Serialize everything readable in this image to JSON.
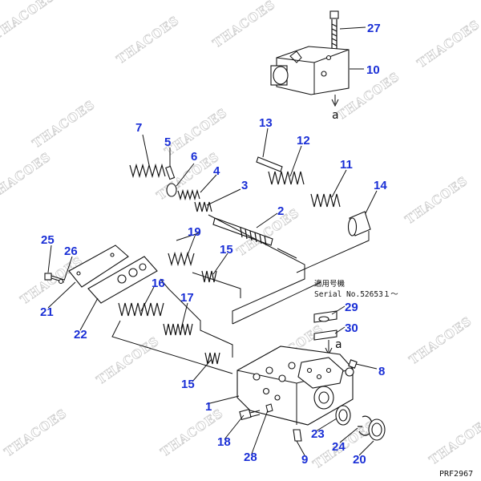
{
  "watermark": "THACOES",
  "callouts": [
    {
      "id": "27",
      "label": "27"
    },
    {
      "id": "10",
      "label": "10"
    },
    {
      "id": "a1",
      "label": "a"
    },
    {
      "id": "7",
      "label": "7"
    },
    {
      "id": "5",
      "label": "5"
    },
    {
      "id": "6",
      "label": "6"
    },
    {
      "id": "4",
      "label": "4"
    },
    {
      "id": "3",
      "label": "3"
    },
    {
      "id": "13",
      "label": "13"
    },
    {
      "id": "12",
      "label": "12"
    },
    {
      "id": "11",
      "label": "11"
    },
    {
      "id": "14",
      "label": "14"
    },
    {
      "id": "2",
      "label": "2"
    },
    {
      "id": "25",
      "label": "25"
    },
    {
      "id": "26",
      "label": "26"
    },
    {
      "id": "19",
      "label": "19"
    },
    {
      "id": "15a",
      "label": "15"
    },
    {
      "id": "21",
      "label": "21"
    },
    {
      "id": "16",
      "label": "16"
    },
    {
      "id": "17",
      "label": "17"
    },
    {
      "id": "22",
      "label": "22"
    },
    {
      "id": "29",
      "label": "29"
    },
    {
      "id": "30",
      "label": "30"
    },
    {
      "id": "a2",
      "label": "a"
    },
    {
      "id": "8",
      "label": "8"
    },
    {
      "id": "15b",
      "label": "15"
    },
    {
      "id": "1",
      "label": "1"
    },
    {
      "id": "23",
      "label": "23"
    },
    {
      "id": "18",
      "label": "18"
    },
    {
      "id": "28",
      "label": "28"
    },
    {
      "id": "9",
      "label": "9"
    },
    {
      "id": "24",
      "label": "24"
    },
    {
      "id": "20",
      "label": "20"
    }
  ],
  "serial_note": {
    "line1": "適用号機",
    "line2": "Serial No.52653１〜"
  },
  "drawing_code": "PRF2967"
}
